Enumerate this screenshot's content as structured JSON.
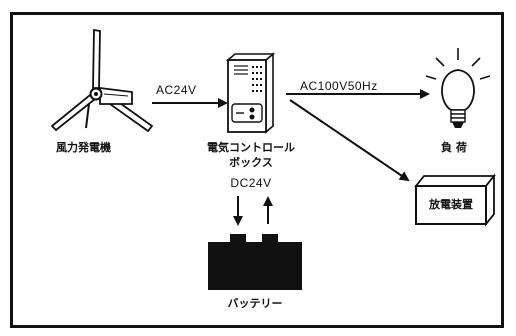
{
  "components": {
    "wind_turbine": {
      "label": "風力発電機",
      "icon": "wind-turbine-icon"
    },
    "control_box": {
      "label_line1": "電気コントロール",
      "label_line2": "ボックス",
      "icon": "control-box-icon"
    },
    "load": {
      "label": "負 荷",
      "icon": "light-bulb-icon"
    },
    "discharge_device": {
      "label": "放電装置"
    },
    "battery": {
      "label": "バッテリー",
      "icon": "battery-icon"
    }
  },
  "flows": {
    "turbine_to_box": "AC24V",
    "box_to_load": "AC100V50Hz",
    "box_to_battery": "DC24V"
  },
  "colors": {
    "ink": "#111111",
    "background": "#ffffff"
  }
}
